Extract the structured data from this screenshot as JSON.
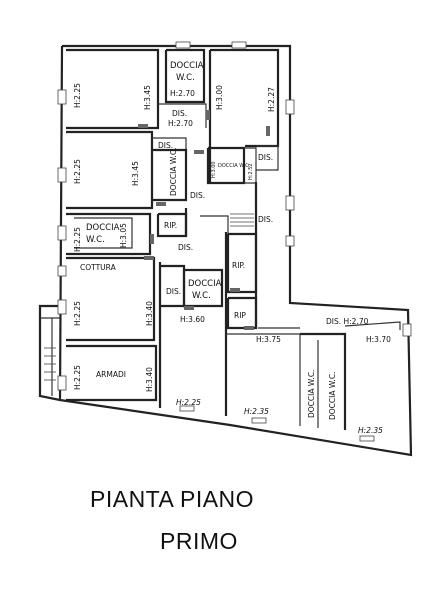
{
  "title": {
    "line1": "PIANTA PIANO",
    "line2": "PRIMO"
  },
  "labels": {
    "doccia_wc_top": "DOCCIA",
    "wc_top": "W.C.",
    "h270_top": "H:2.70",
    "h225_r1": "H:2.25",
    "h345_r1": "H:3.45",
    "dis_1": "DIS.",
    "h270_dis1": "H:2.70",
    "h300_r2": "H:3.00",
    "h227_r2": "H:2.27",
    "h225_r3": "H:2.25",
    "h345_r3": "H:3.45",
    "dis_2": "DIS.",
    "doccia_wc_v1": "DOCCIA W.C.",
    "h300_small": "H:3.00",
    "doccia_wc_small": "DOCCIA W.C.",
    "h252": "H:2.52",
    "dis_3": "DIS.",
    "dis_4": "DIS.",
    "dis_5": "DIS.",
    "doccia_mid": "DOCCIA",
    "wc_mid": "W.C.",
    "h225_mid": "H:2.25",
    "h305_mid": "H:3.05",
    "rip_1": "RIP.",
    "dis_6": "DIS.",
    "cottura": "COTTURA",
    "rip_2": "RIP.",
    "dis_7": "DIS.",
    "doccia_c": "DOCCIA",
    "wc_c": "W.C.",
    "h225_k": "H:2.25",
    "h340_k": "H:3.40",
    "h360": "H:3.60",
    "rip_3": "RIP",
    "dis_h270": "DIS. H:2.70",
    "h375": "H:3.75",
    "h370": "H:3.70",
    "h225_arm": "H:2.25",
    "armadi": "ARMADI",
    "h340_arm": "H:3.40",
    "h225_bot": "H:2.25",
    "h235_bot1": "H:2.35",
    "doccia_wc_v2": "DOCCIA W.C.",
    "doccia_wc_v3": "DOCCIA W.C.",
    "h235_bot2": "H:2.35"
  }
}
